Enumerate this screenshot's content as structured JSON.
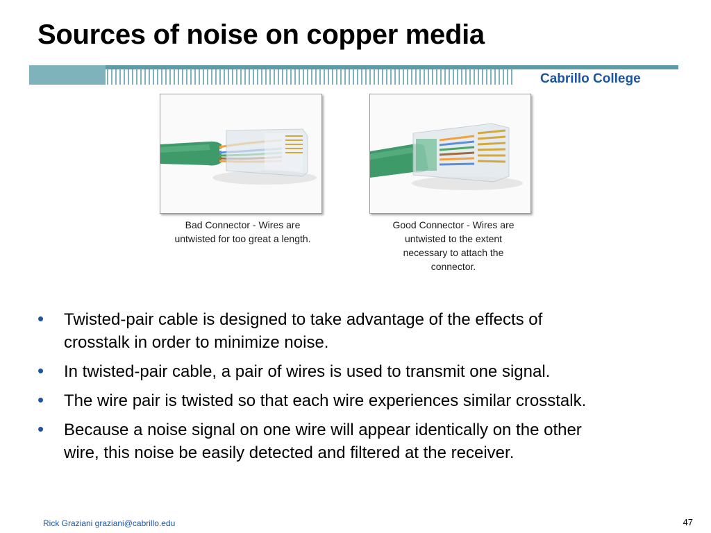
{
  "slide": {
    "title": "Sources of noise on copper media",
    "college": "Cabrillo College"
  },
  "colors": {
    "accent_blue": "#1a55a6",
    "header_bar": "#5b9aa6",
    "cable_green": "#3f9a6a"
  },
  "figures": [
    {
      "caption_lines": [
        "Bad Connector - Wires are",
        "untwisted for too great a length."
      ]
    },
    {
      "caption_lines": [
        "Good Connector - Wires are",
        "untwisted to the extent",
        "necessary to attach the",
        "connector."
      ]
    }
  ],
  "bullets": [
    {
      "lines": [
        "Twisted-pair cable is designed to take advantage of the effects of",
        "crosstalk in order to minimize noise."
      ]
    },
    {
      "lines": [
        "In twisted-pair cable, a pair of wires is used to transmit one signal."
      ]
    },
    {
      "lines": [
        "The wire pair is twisted so that each wire experiences similar crosstalk."
      ]
    },
    {
      "lines": [
        "Because a noise signal on one wire will appear identically on the other",
        "wire, this noise be easily detected and filtered at the receiver."
      ]
    }
  ],
  "bullet_glyph": "•",
  "footer": {
    "author": "Rick Graziani  graziani@cabrillo.edu",
    "page": "47"
  }
}
